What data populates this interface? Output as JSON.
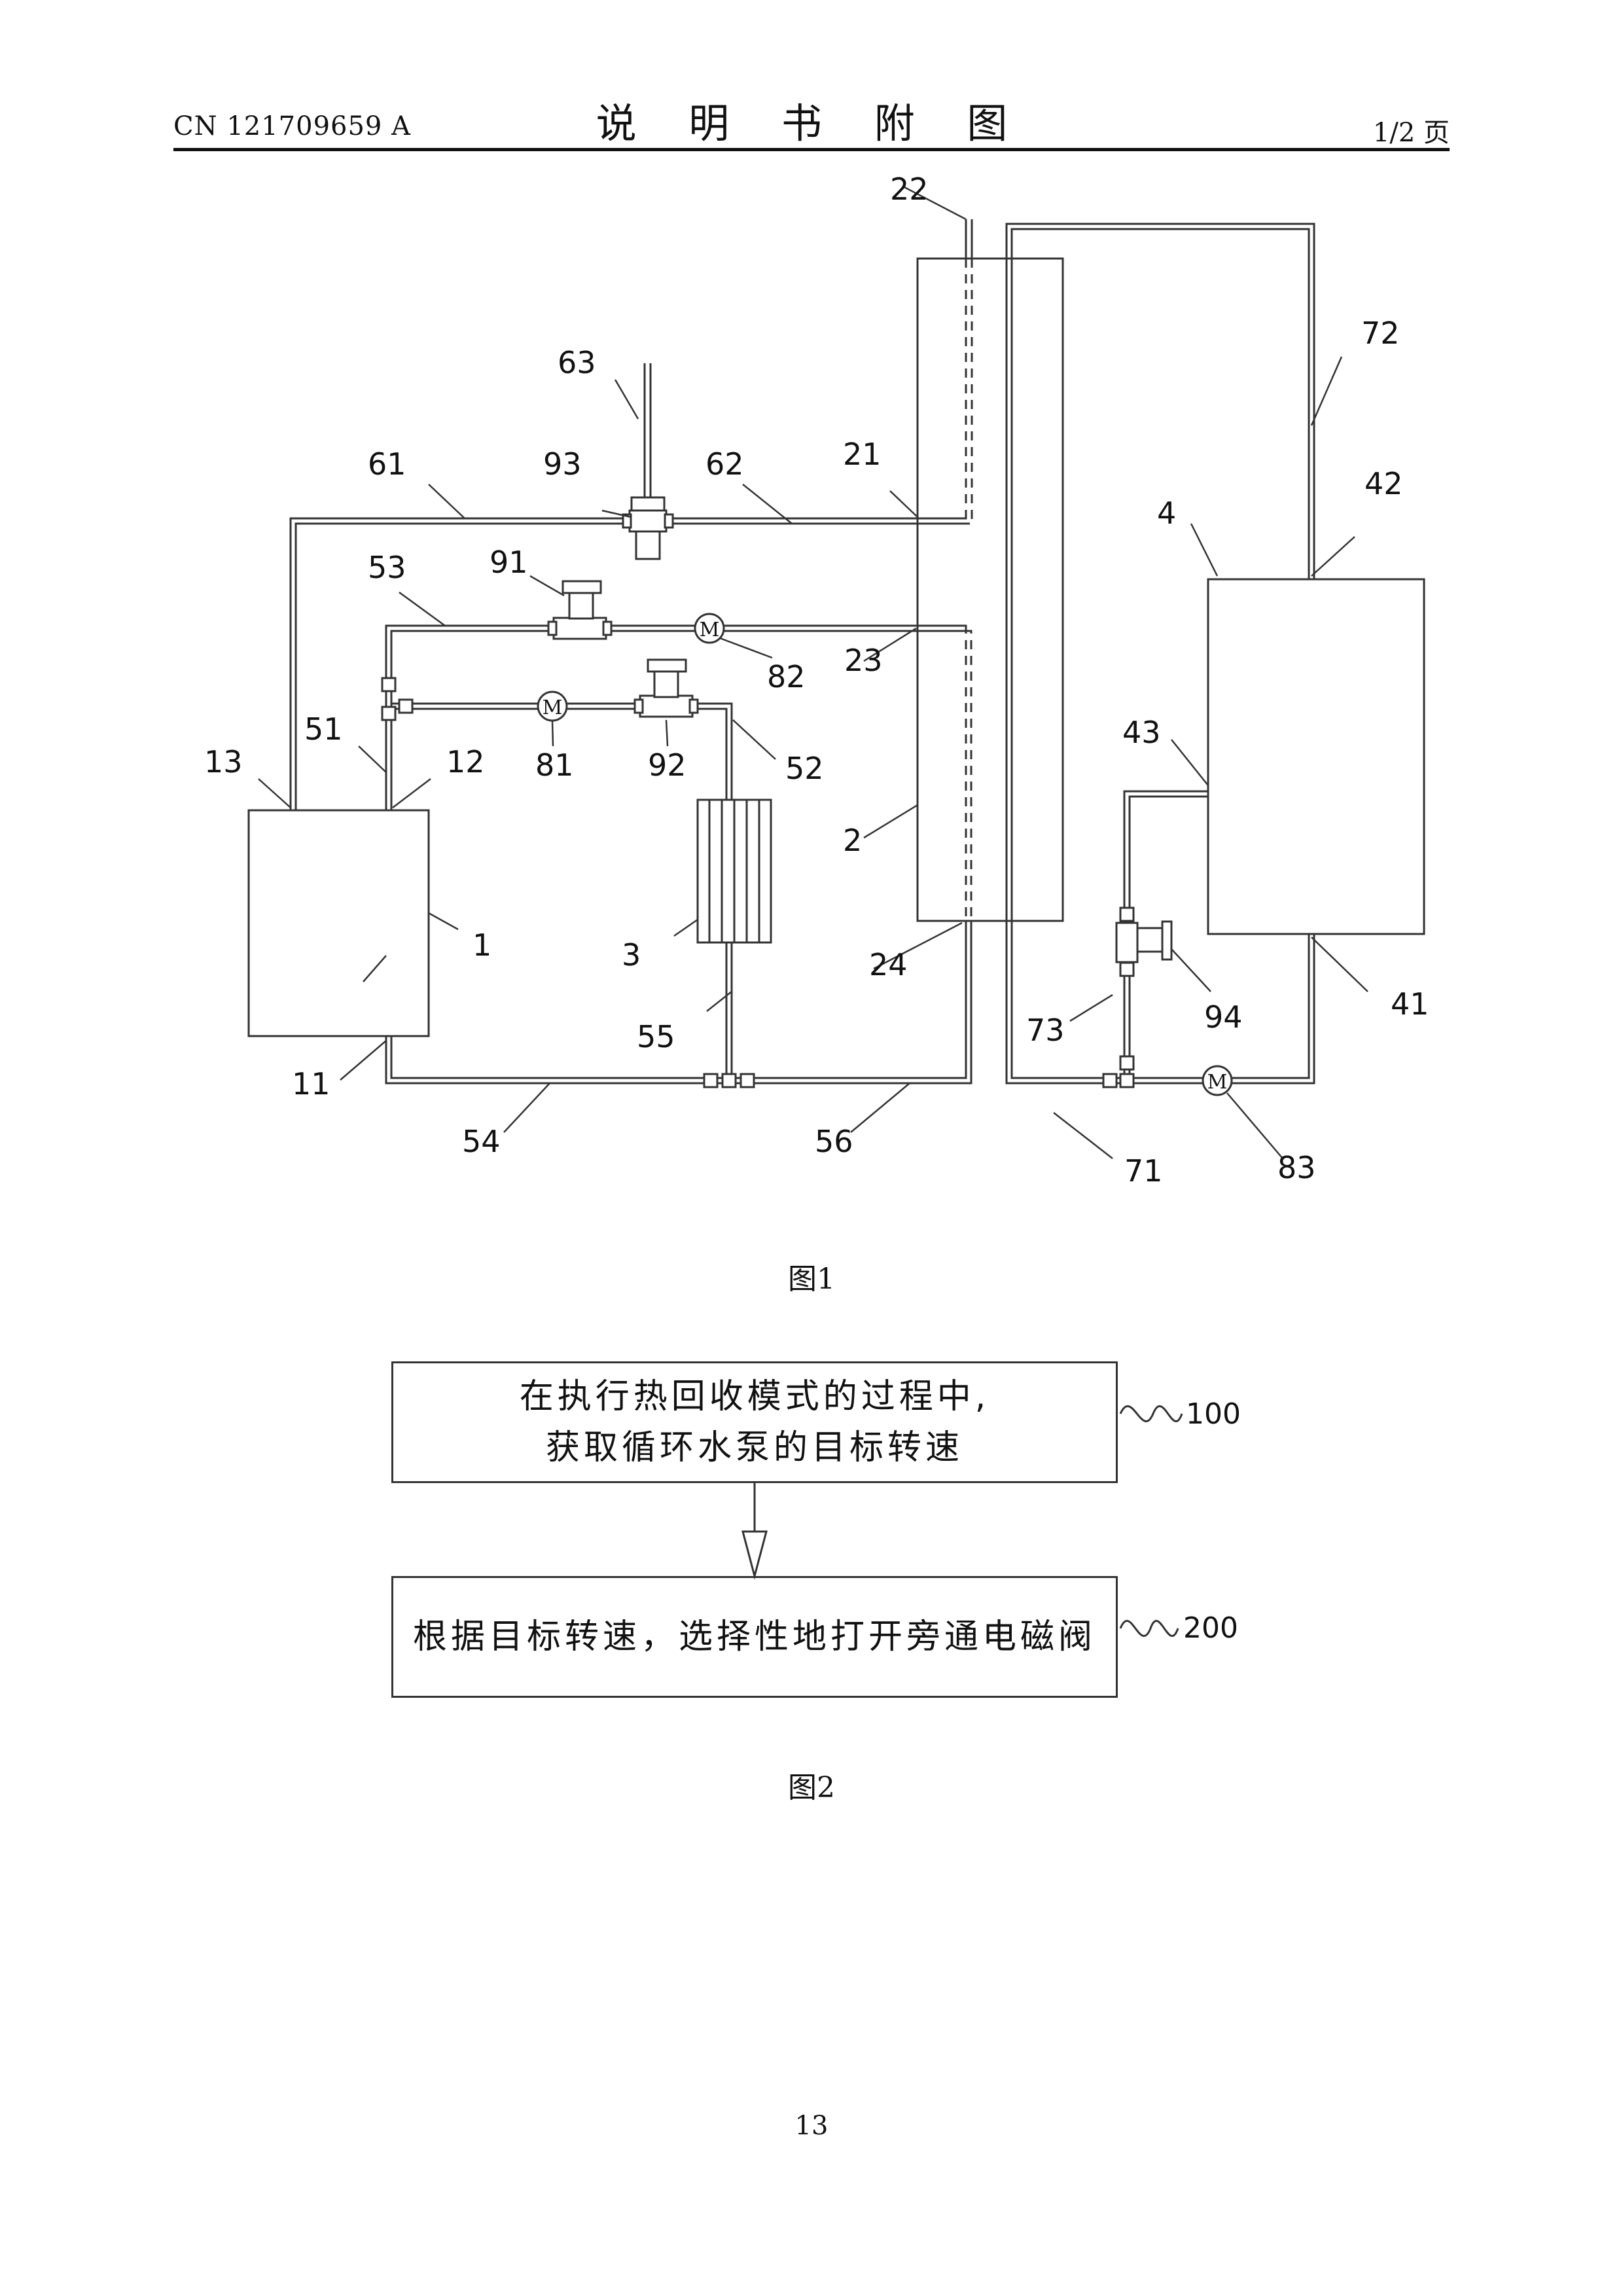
{
  "header": {
    "patent_no": "CN 121709659 A",
    "title": "说 明 书 附 图",
    "page": "1/2 页"
  },
  "figure1": {
    "caption": "图1",
    "labels": {
      "l1": "1",
      "l2": "2",
      "l3": "3",
      "l4": "4",
      "l11": "11",
      "l12": "12",
      "l13": "13",
      "l21": "21",
      "l22": "22",
      "l23": "23",
      "l24": "24",
      "l41": "41",
      "l42": "42",
      "l43": "43",
      "l51": "51",
      "l52": "52",
      "l53": "53",
      "l54": "54",
      "l55": "55",
      "l56": "56",
      "l61": "61",
      "l62": "62",
      "l63": "63",
      "l71": "71",
      "l72": "72",
      "l73": "73",
      "l81": "81",
      "l82": "82",
      "l83": "83",
      "l91": "91",
      "l92": "92",
      "l93": "93",
      "l94": "94"
    },
    "pump_symbol": "M"
  },
  "figure2": {
    "caption": "图2",
    "step1": {
      "line1": "在执行热回收模式的过程中,",
      "line2": "获取循环水泵的目标转速",
      "ref": "100"
    },
    "step2": {
      "text": "根据目标转速，选择性地打开旁通电磁阀",
      "ref": "200"
    }
  },
  "footer": {
    "page_number": "13"
  }
}
